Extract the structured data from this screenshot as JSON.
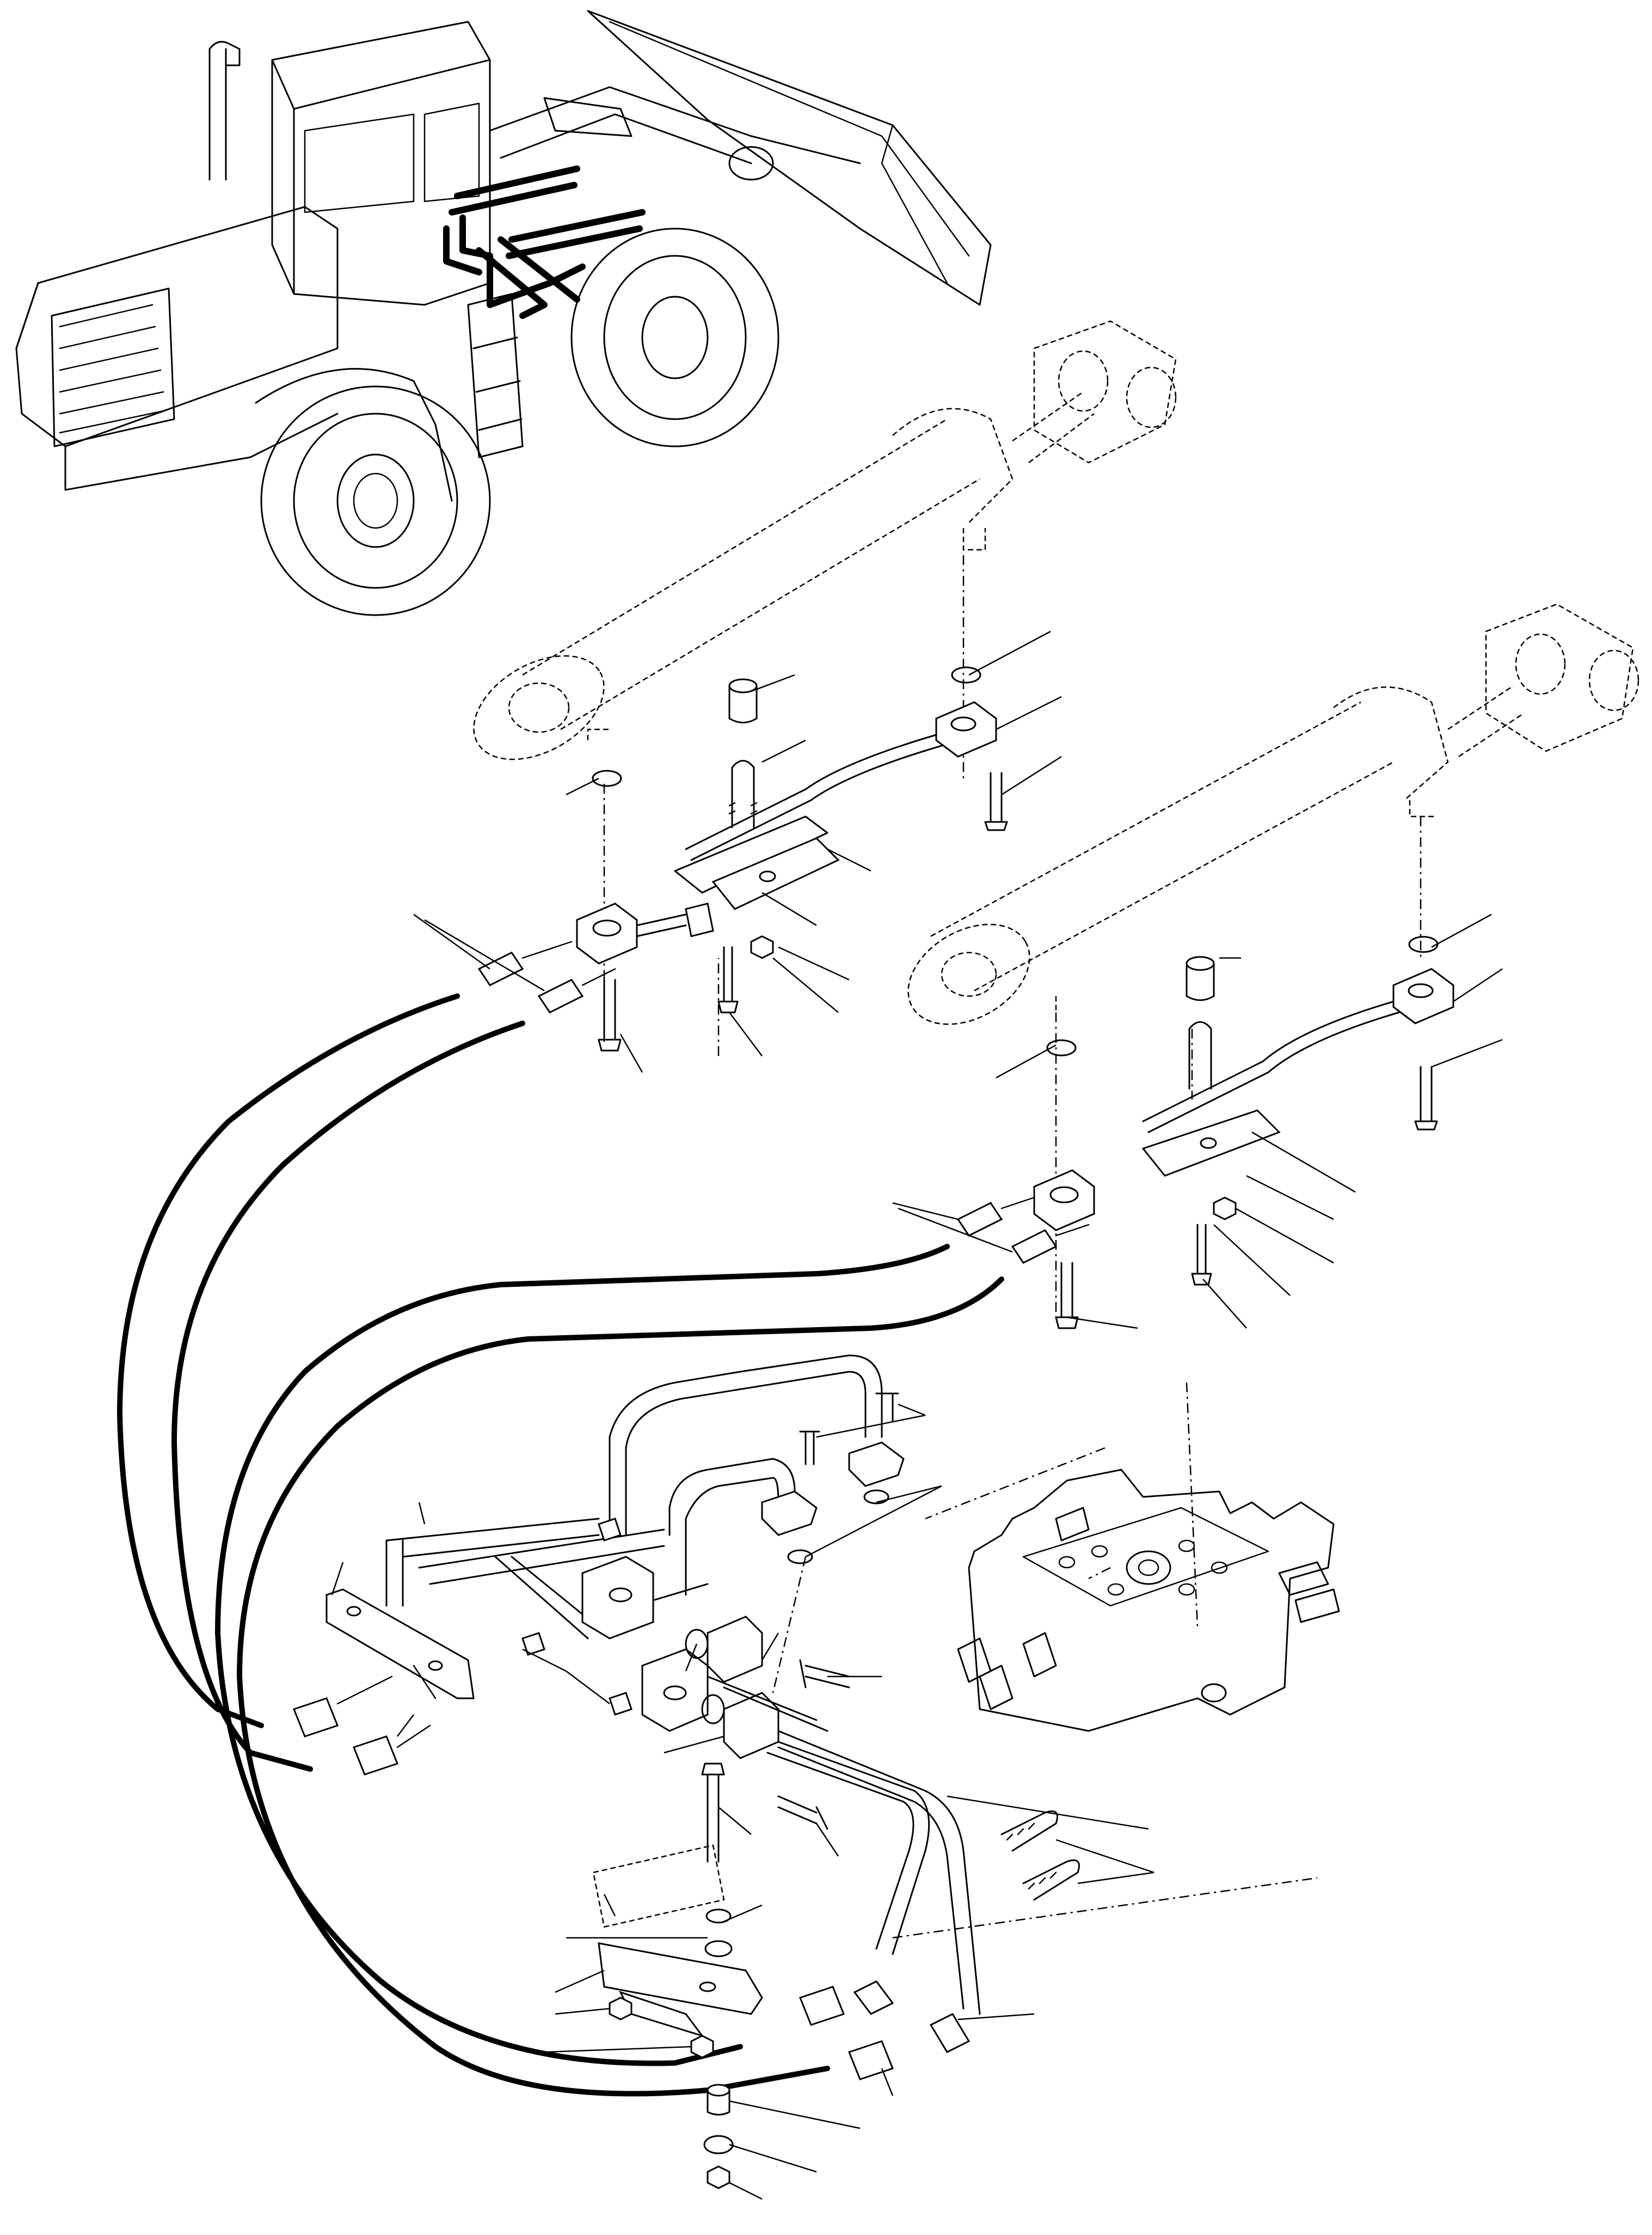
{
  "figure": {
    "type": "exploded-parts-diagram",
    "subject": "wheel-loader-hydraulic-cylinder-piping",
    "callout_labels": [],
    "line_color": "#000000",
    "background_color": "#ffffff",
    "highlight_style": "bold-black-outline"
  }
}
